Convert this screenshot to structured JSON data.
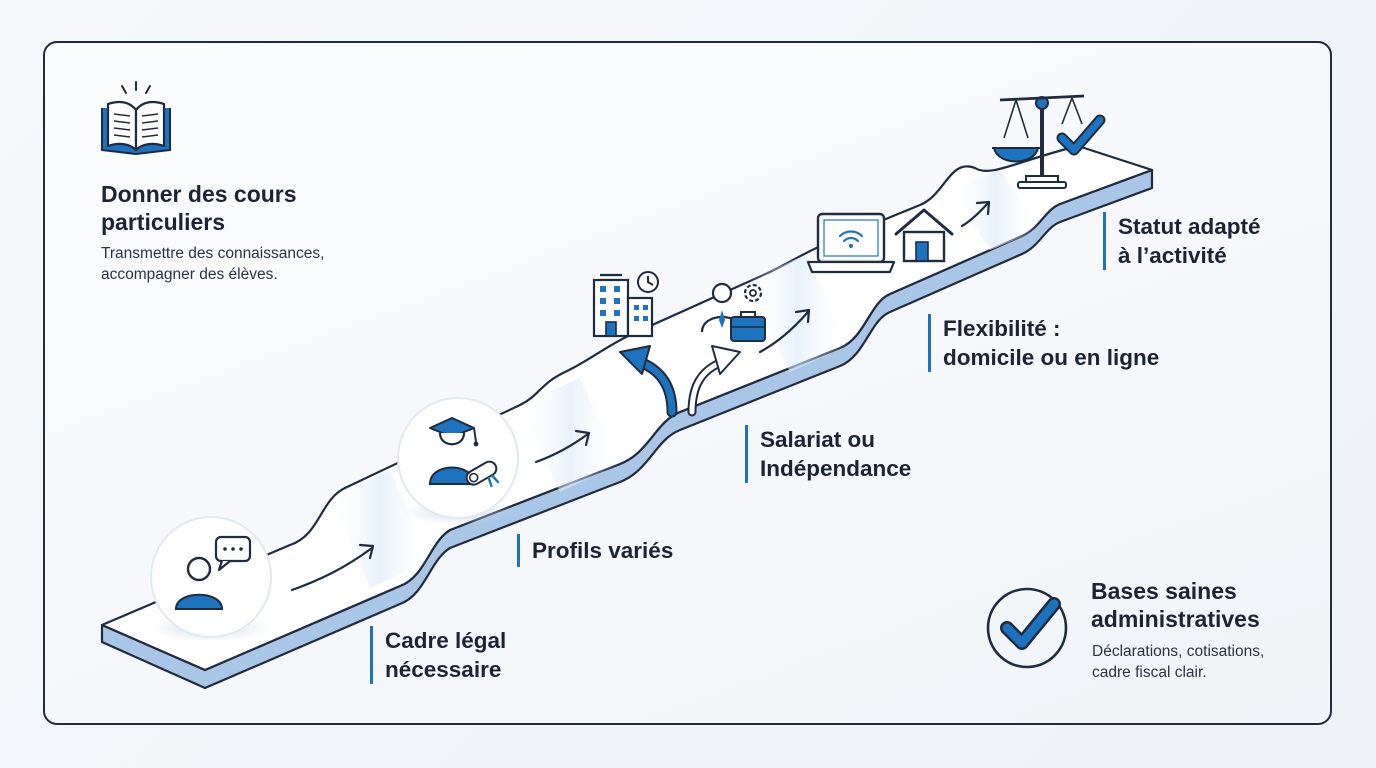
{
  "intro": {
    "icon": "open-book-icon",
    "title": [
      "Donner des cours",
      "particuliers"
    ],
    "subtitle": [
      "Transmettre des connaissances,",
      "accompagner des élèves."
    ]
  },
  "steps": [
    {
      "icon": "person-speech-bubble-icon",
      "label": [
        "Cadre légal",
        "nécessaire"
      ]
    },
    {
      "icon": "graduate-diploma-icon",
      "label": [
        "Profils variés"
      ]
    },
    {
      "icon": "building-briefcase-arrows-icon",
      "label": [
        "Salariat ou",
        "Indépendance"
      ]
    },
    {
      "icon": "laptop-house-icon",
      "label": [
        "Flexibilité :",
        "domicile ou en ligne"
      ]
    },
    {
      "icon": "scale-checkmark-icon",
      "label": [
        "Statut adapté",
        "à l’activité"
      ]
    }
  ],
  "outro": {
    "icon": "checkmark-circle-icon",
    "title": [
      "Bases saines",
      "administratives"
    ],
    "subtitle": [
      "Déclarations, cotisations,",
      "cadre fiscal clair."
    ]
  },
  "colors": {
    "accent": "#1e73be",
    "ink": "#1f2b3e",
    "road_top": "#ffffff",
    "road_side": "#a9c6e6"
  }
}
